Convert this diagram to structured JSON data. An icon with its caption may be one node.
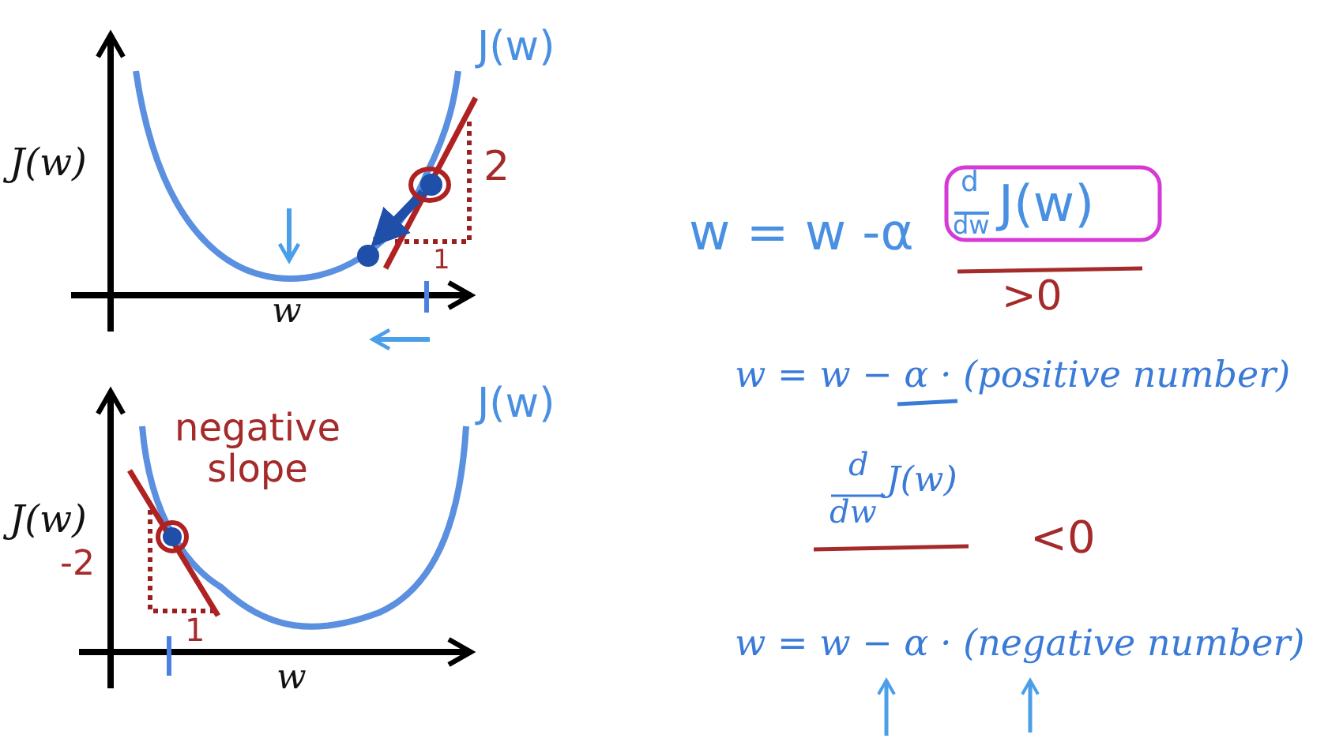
{
  "diagram": {
    "labels": [
      "J(w)",
      "J(w)",
      "2",
      "1",
      "w",
      "w = w -α",
      "d",
      "dw",
      "J(w)",
      ">0",
      "w = w − α · (positive number)",
      "J(w)",
      "negative slope",
      "J(w)",
      "-2",
      "1",
      "w",
      "d",
      "dw",
      "J(w)",
      "<0",
      "w = w − α · (negative number)"
    ]
  }
}
